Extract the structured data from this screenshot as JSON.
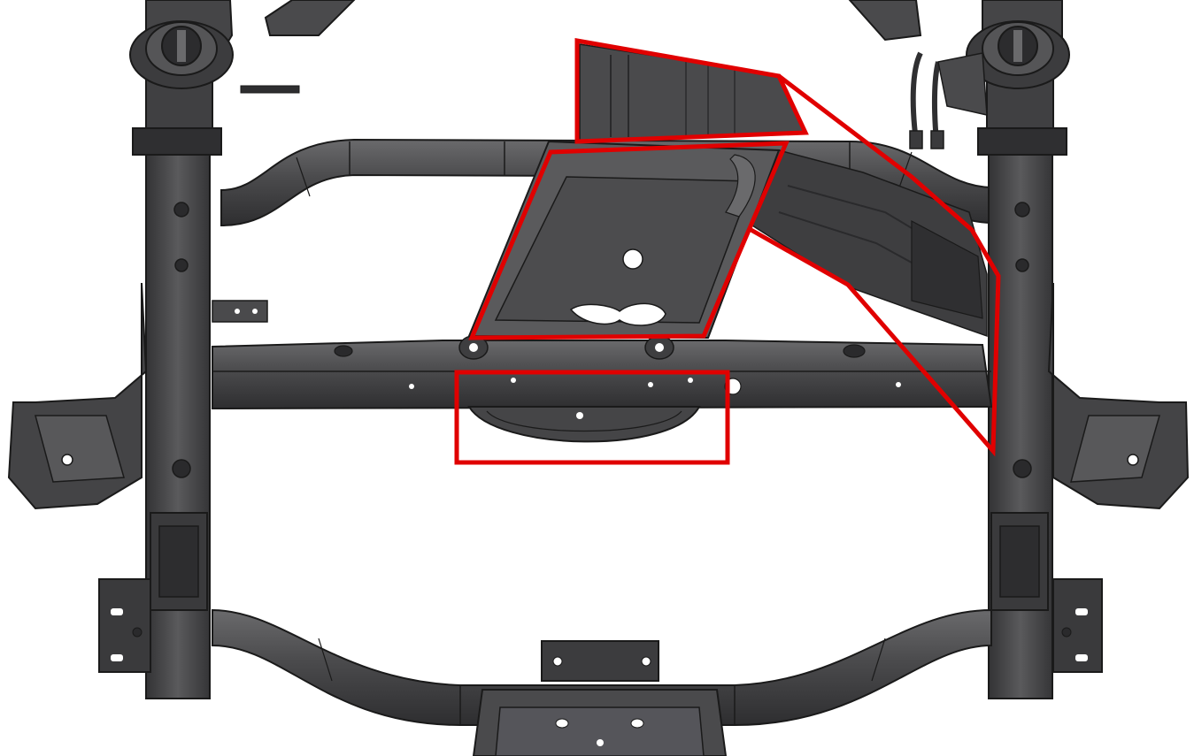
{
  "scene": {
    "subject": "vehicle-front-subframe-cad",
    "colors": {
      "background": "#ffffff",
      "metal_dark": "#3f3f41",
      "metal_mid": "#555557",
      "metal_light": "#707072",
      "edge": "#1a1a1a",
      "highlight": "#cc0000",
      "hole": "#ffffff"
    }
  },
  "highlights": [
    {
      "id": "region-1",
      "shape": "polygon"
    },
    {
      "id": "region-2",
      "shape": "polygon"
    },
    {
      "id": "region-3",
      "shape": "polygon"
    },
    {
      "id": "region-4",
      "shape": "rectangle"
    }
  ]
}
